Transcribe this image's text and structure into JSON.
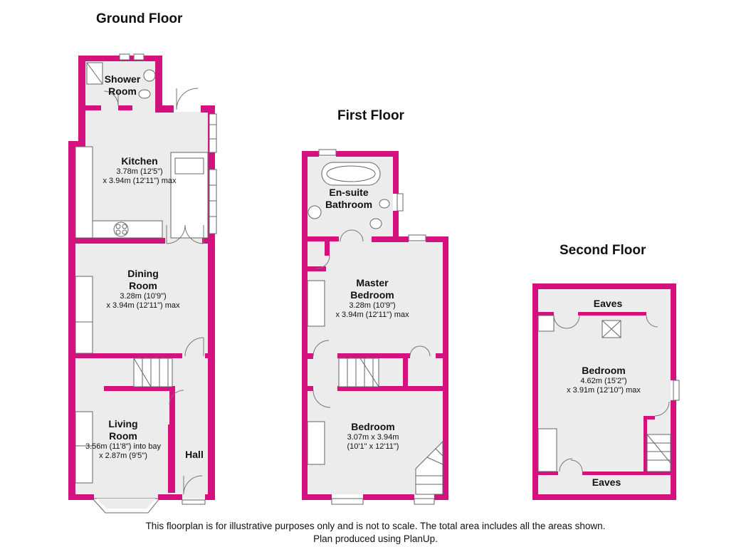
{
  "floors": {
    "ground": {
      "title": "Ground Floor",
      "rooms": {
        "shower": {
          "name_line1": "Shower",
          "name_line2": "Room"
        },
        "kitchen": {
          "name": "Kitchen",
          "dim1": "3.78m (12'5\")",
          "dim2": "x 3.94m (12'11\") max"
        },
        "dining": {
          "name_line1": "Dining",
          "name_line2": "Room",
          "dim1": "3.28m (10'9\")",
          "dim2": "x 3.94m (12'11\") max"
        },
        "living": {
          "name_line1": "Living",
          "name_line2": "Room",
          "dim1": "3.56m (11'8\") into bay",
          "dim2": "x 2.87m (9'5\")"
        },
        "hall": {
          "name": "Hall"
        }
      }
    },
    "first": {
      "title": "First Floor",
      "rooms": {
        "ensuite": {
          "name_line1": "En-suite",
          "name_line2": "Bathroom"
        },
        "master": {
          "name_line1": "Master",
          "name_line2": "Bedroom",
          "dim1": "3.28m (10'9\")",
          "dim2": "x 3.94m (12'11\") max"
        },
        "bedroom": {
          "name": "Bedroom",
          "dim1": "3.07m x 3.94m",
          "dim2": "(10'1\" x 12'11\")"
        }
      }
    },
    "second": {
      "title": "Second Floor",
      "rooms": {
        "eaves_top": {
          "name": "Eaves"
        },
        "bedroom": {
          "name": "Bedroom",
          "dim1": "4.62m (15'2\")",
          "dim2": "x 3.91m (12'10\") max"
        },
        "eaves_bottom": {
          "name": "Eaves"
        }
      }
    }
  },
  "colors": {
    "wall": "#d4127f",
    "floor": "#ececec",
    "fixture": "#ffffff",
    "line": "#555555"
  },
  "footer": {
    "line1": "This floorplan is for illustrative purposes only and is not to scale. The total area includes all the areas shown.",
    "line2": "Plan produced using PlanUp."
  }
}
